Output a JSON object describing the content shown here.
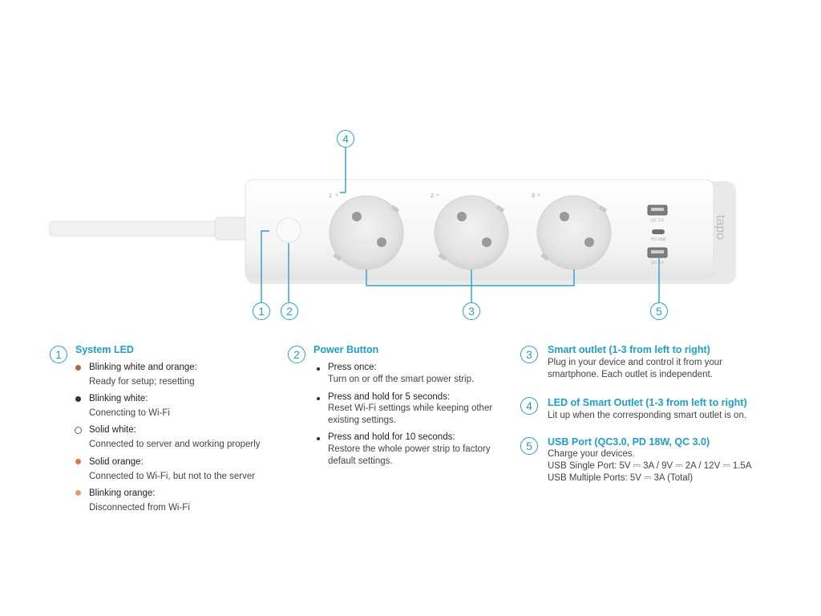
{
  "device": {
    "brand_logo": "tapo",
    "outlet_numbers": [
      "1",
      "2",
      "3"
    ],
    "usb_port_labels": [
      "QC 3.0",
      "PD 18W",
      "QC 3.0"
    ]
  },
  "callouts": [
    "1",
    "2",
    "3",
    "4",
    "5"
  ],
  "system_led": {
    "num": "1",
    "title": "System LED",
    "items": [
      {
        "label": "Blinking white and orange:",
        "desc": "Ready for setup; resetting",
        "color": "#a36a4a"
      },
      {
        "label": "Blinking white:",
        "desc": "Conencting to Wi-Fi",
        "color": "#333333"
      },
      {
        "label": "Solid white:",
        "desc": "Connected to server and working properly",
        "color": "#ffffff"
      },
      {
        "label": "Solid orange:",
        "desc": "Connected to Wi-Fi, but not to the server",
        "color": "#e2783f"
      },
      {
        "label": "Blinking orange:",
        "desc": "Disconnected from Wi-Fi",
        "color": "#e59a6a"
      }
    ]
  },
  "power_button": {
    "num": "2",
    "title": "Power Button",
    "items": [
      {
        "label": "Press once:",
        "lines": [
          "Turn on or off the smart power strip."
        ]
      },
      {
        "label": "Press and hold for 5 seconds:",
        "lines": [
          "Reset Wi-Fi settings while keeping other",
          "existing settings."
        ]
      },
      {
        "label": "Press and hold for 10 seconds:",
        "lines": [
          "Restore the whole power strip to factory",
          "default settings."
        ]
      }
    ]
  },
  "smart_outlet": {
    "num": "3",
    "title": "Smart outlet  (1-3 from left to right)",
    "lines": [
      "Plug in your device and control it from your",
      "smartphone.  Each outlet is independent."
    ]
  },
  "outlet_led": {
    "num": "4",
    "title": "LED of Smart Outlet (1-3 from left to right)",
    "lines": [
      "Lit up when the corresponding smart outlet is on."
    ]
  },
  "usb_port": {
    "num": "5",
    "title": "USB Port (QC3.0, PD 18W, QC 3.0)",
    "lines": [
      "Charge your devices.",
      "USB Single Port: 5V ⎓ 3A / 9V ⎓ 2A / 12V ⎓ 1.5A",
      "USB Multiple Ports: 5V ⎓ 3A (Total)"
    ]
  },
  "colors": {
    "accent": "#2a9ec5",
    "title": "#1f9fc8"
  }
}
